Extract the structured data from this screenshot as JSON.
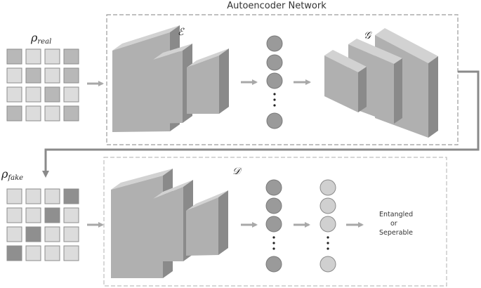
{
  "title": "Autoencoder Network",
  "labels": {
    "rho_real_base": "ρ",
    "rho_real_sub": "real",
    "rho_fake_base": "ρ",
    "rho_fake_sub": "fake",
    "encoder": "ℰ",
    "generator": "𝒢",
    "discriminator": "𝒟"
  },
  "output": [
    "Entangled",
    "or",
    "Seperable"
  ],
  "colors": {
    "grid_light": "#dcdcdc",
    "grid_mid": "#b8b8b8",
    "grid_dark": "#8f8f8f",
    "node_dark": "#9a9a9a",
    "node_light": "#cfcfcf",
    "arrow": "#a8a8a8",
    "connector": "#8a8a8a"
  }
}
